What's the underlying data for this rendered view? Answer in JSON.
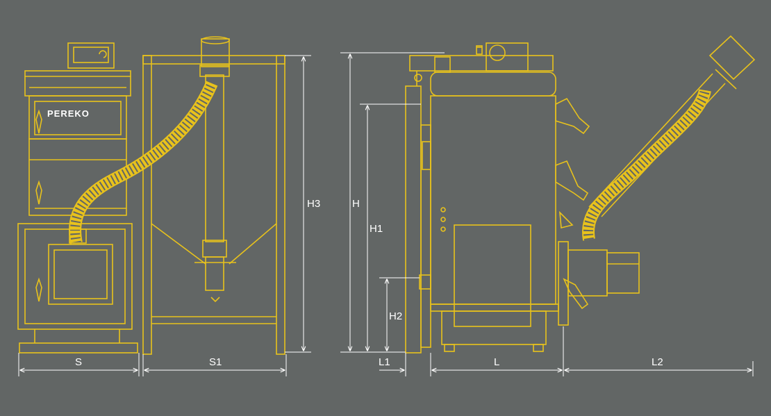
{
  "colors": {
    "background": "#626665",
    "outline": "#e8c21c",
    "dimension": "#ffffff"
  },
  "brand": "PEREKO",
  "dimensions": {
    "S": "S",
    "S1": "S1",
    "H3": "H3",
    "H": "H",
    "H1": "H1",
    "H2": "H2",
    "L1": "L1",
    "L": "L",
    "L2": "L2"
  }
}
